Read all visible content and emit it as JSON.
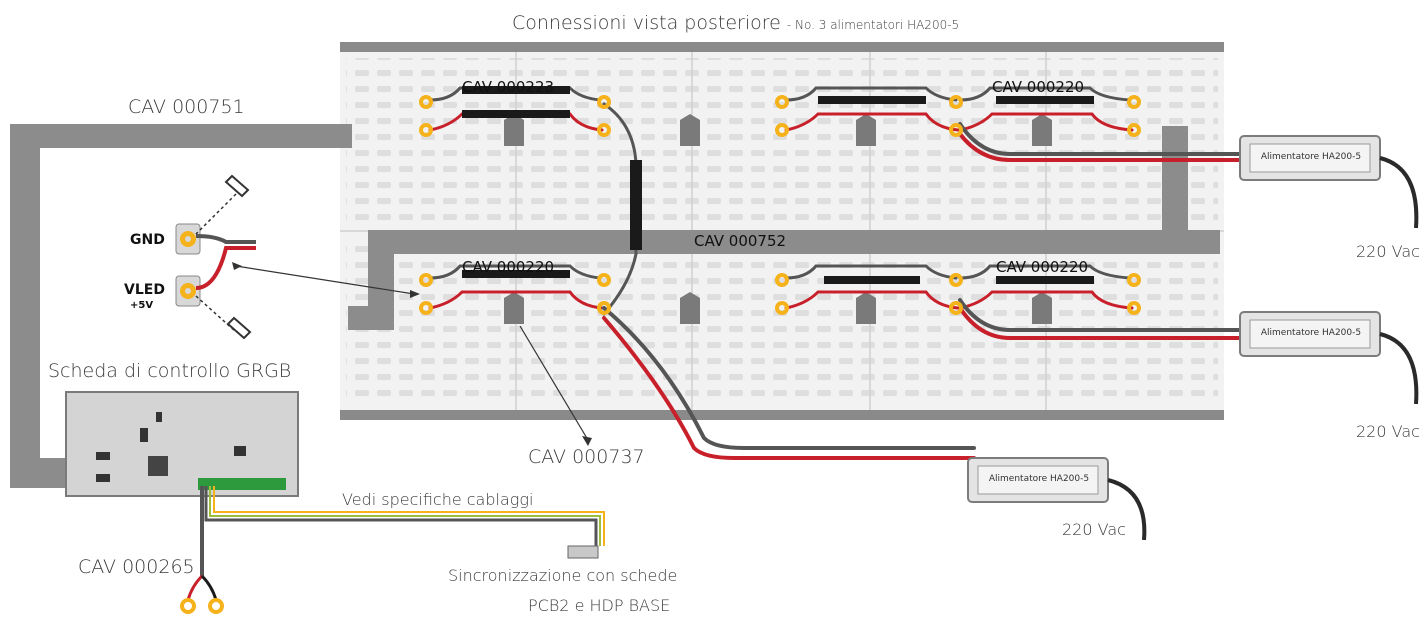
{
  "title": {
    "main": "Connessioni vista posteriore",
    "sub": "- No. 3 alimentatori HA200-5"
  },
  "cables": {
    "cav_000751": "CAV 000751",
    "cav_000223": "CAV 000223",
    "cav_000220_top": "CAV 000220",
    "cav_000752": "CAV 000752",
    "cav_000220_mid_left": "CAV 000220",
    "cav_000220_mid_right": "CAV 000220",
    "cav_000737": "CAV 000737",
    "cav_000265": "CAV 000265"
  },
  "detail": {
    "gnd": "GND",
    "vled": "VLED",
    "vled_sub": "+5V"
  },
  "control_board": {
    "label": "Scheda di controllo GRGB"
  },
  "wiring": {
    "specs_label": "Vedi specifiche cablaggi",
    "sync_line1": "Sincronizzazione con schede",
    "sync_line2": "PCB2 e HDP BASE"
  },
  "power_supplies": [
    {
      "label": "Alimentatore  HA200-5",
      "mains": "220 Vac"
    },
    {
      "label": "Alimentatore  HA200-5",
      "mains": "220 Vac"
    },
    {
      "label": "Alimentatore  HA200-5",
      "mains": "220 Vac"
    }
  ],
  "colors": {
    "panel": "#eeeeee",
    "frame": "#8a8a8a",
    "cable_red": "#c8202a",
    "cable_black": "#1a1a1a",
    "cable_gray": "#555555",
    "terminal": "#f5b21b",
    "duct": "#8c8c8c"
  }
}
